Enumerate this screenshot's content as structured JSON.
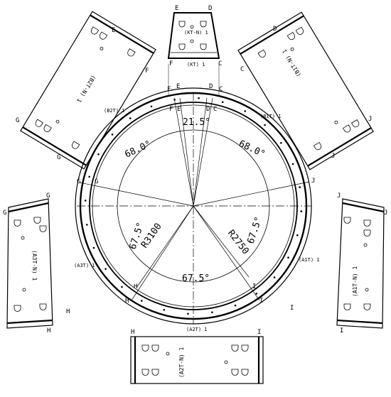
{
  "ring": {
    "radius_outer_label": "R3100",
    "radius_inner_label": "R2750",
    "angles": {
      "top": "21.5°",
      "upper_left": "68.0°",
      "upper_right": "68.0°",
      "left": "67.5°",
      "right": "67.5°",
      "bottom": "67.5°"
    },
    "points": {
      "F": "F",
      "E": "E",
      "D": "D",
      "C": "C",
      "G": "G",
      "J": "J",
      "H": "H",
      "I": "I"
    }
  },
  "segments": {
    "top": {
      "title": "(KT-N) 1",
      "caption": "(KT) 1"
    },
    "upper_left": {
      "title": "(B2T-N) 1",
      "caption": "(B2T) 1"
    },
    "upper_right": {
      "title": "(B1T-N) 1",
      "caption": "(B1T) 1"
    },
    "left": {
      "title": "(A3T-N) 1",
      "caption": "(A3T) 1"
    },
    "right": {
      "title": "(A1T-N) 1",
      "caption": "(A1T) 1"
    },
    "bottom": {
      "title": "(A2T-N) 1",
      "caption": "(A2T) 1"
    }
  }
}
